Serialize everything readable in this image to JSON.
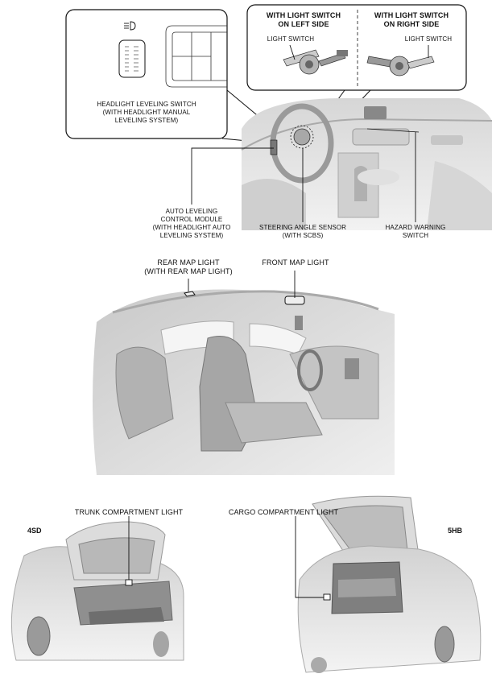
{
  "callouts": {
    "headlight_leveling_switch": "HEADLIGHT LEVELING SWITCH\n(WITH HEADLIGHT MANUAL\nLEVELING SYSTEM)",
    "left_side_heading": "WITH LIGHT SWITCH\nON LEFT SIDE",
    "right_side_heading": "WITH LIGHT SWITCH\nON RIGHT SIDE",
    "light_switch_left": "LIGHT SWITCH",
    "light_switch_right": "LIGHT SWITCH",
    "auto_leveling": "AUTO LEVELING\nCONTROL MODULE\n(WITH HEADLIGHT AUTO\nLEVELING SYSTEM)",
    "steering_angle_sensor": "STEERING ANGLE SENSOR\n(WITH SCBS)",
    "hazard_warning": "HAZARD WARNING\nSWITCH",
    "rear_map_light": "REAR MAP LIGHT\n(WITH REAR MAP LIGHT)",
    "front_map_light": "FRONT MAP LIGHT",
    "trunk_light": "TRUNK COMPARTMENT LIGHT",
    "cargo_light": "CARGO COMPARTMENT LIGHT",
    "sd_tag": "4SD",
    "hb_tag": "5HB"
  },
  "colors": {
    "line": "#111111",
    "body": "#e4e4e4",
    "shade": "#bdbdbd",
    "dark": "#8a8a8a"
  }
}
